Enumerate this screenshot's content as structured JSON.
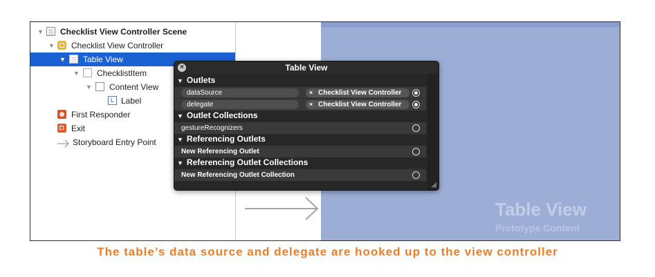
{
  "outline": {
    "scene": "Checklist View Controller Scene",
    "view_controller": "Checklist View Controller",
    "table_view": "Table View",
    "cell": "ChecklistItem",
    "content_view": "Content View",
    "label": "Label",
    "label_glyph": "L",
    "first_responder": "First Responder",
    "exit": "Exit",
    "entry_point": "Storyboard Entry Point"
  },
  "popover": {
    "title": "Table View",
    "sections": {
      "outlets": "Outlets",
      "outlet_collections": "Outlet Collections",
      "referencing_outlets": "Referencing Outlets",
      "referencing_outlet_collections": "Referencing Outlet Collections"
    },
    "outlets": [
      {
        "name": "dataSource",
        "target": "Checklist View Controller",
        "remove": "×"
      },
      {
        "name": "delegate",
        "target": "Checklist View Controller",
        "remove": "×"
      }
    ],
    "outlet_collections": [
      "gestureRecognizers"
    ],
    "referencing_outlets": [
      "New Referencing Outlet"
    ],
    "referencing_outlet_collections": [
      "New Referencing Outlet Collection"
    ]
  },
  "canvas": {
    "title": "Table View",
    "subtitle": "Prototype Content"
  },
  "caption": "The table’s data source and delegate are hooked up to the view controller",
  "colors": {
    "selection": "#1a62d4",
    "canvas": "#9daed6",
    "caption": "#ef7d26"
  }
}
